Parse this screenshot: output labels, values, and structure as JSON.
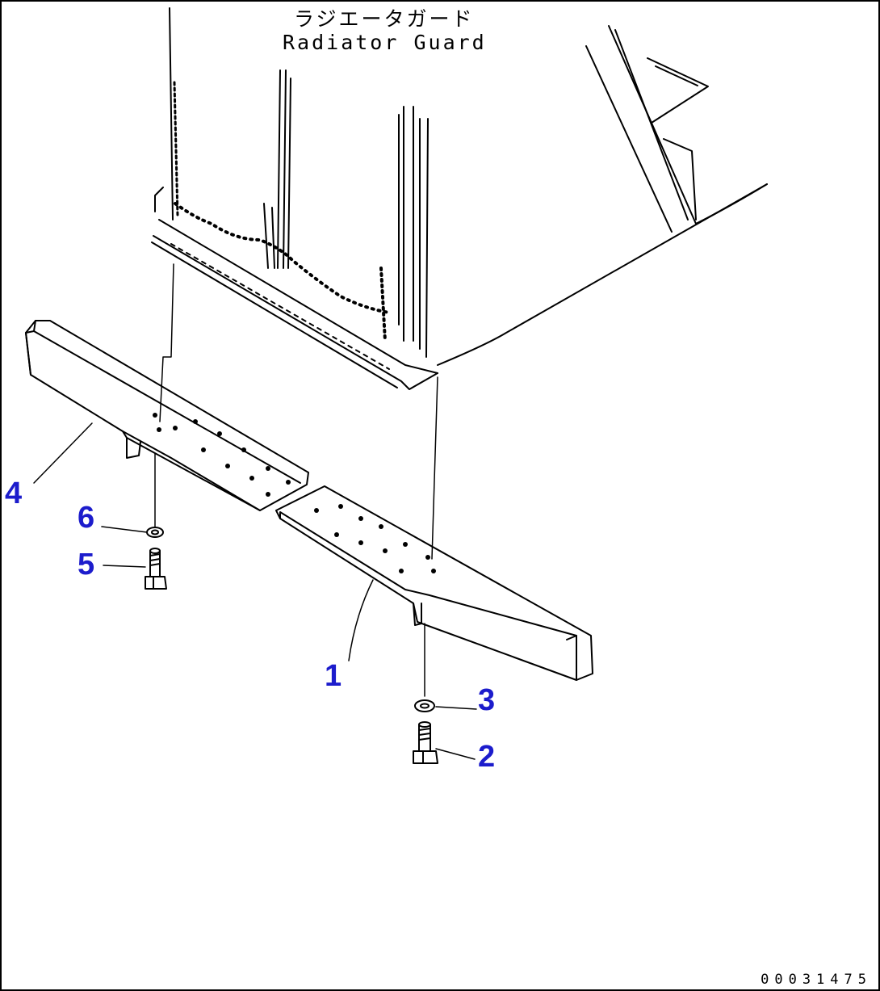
{
  "title": {
    "japanese": "ラジエータガード",
    "english": "Radiator Guard"
  },
  "callouts": [
    {
      "id": "1",
      "text": "1"
    },
    {
      "id": "2",
      "text": "2"
    },
    {
      "id": "3",
      "text": "3"
    },
    {
      "id": "4",
      "text": "4"
    },
    {
      "id": "5",
      "text": "5"
    },
    {
      "id": "6",
      "text": "6"
    }
  ],
  "document_number": "00031475",
  "colors": {
    "callout": "#1c1ccc",
    "line": "#000000",
    "background": "#ffffff"
  }
}
